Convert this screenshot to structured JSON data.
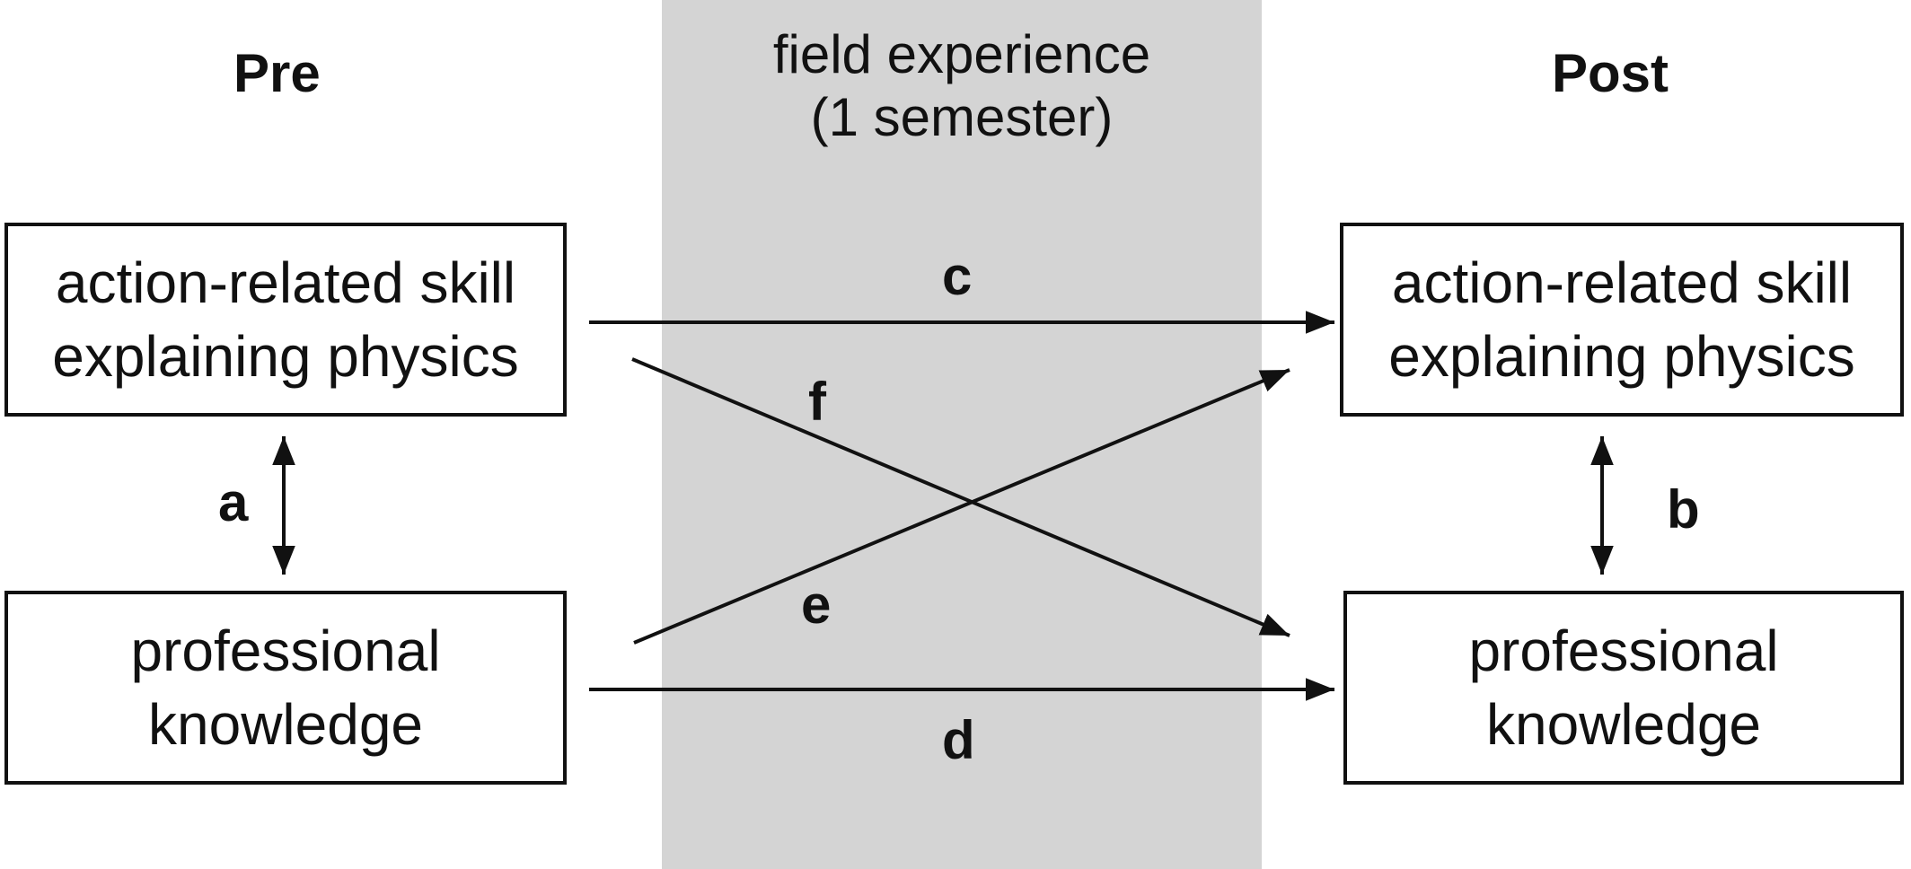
{
  "headings": {
    "pre": "Pre",
    "post": "Post"
  },
  "field": {
    "line1": "field experience",
    "line2": "(1 semester)"
  },
  "pre_boxes": {
    "skill": {
      "line1": "action-related skill",
      "line2": "explaining physics"
    },
    "knowledge": {
      "line1": "professional",
      "line2": "knowledge"
    }
  },
  "post_boxes": {
    "skill": {
      "line1": "action-related skill",
      "line2": "explaining physics"
    },
    "knowledge": {
      "line1": "professional",
      "line2": "knowledge"
    }
  },
  "paths": {
    "a": "a",
    "b": "b",
    "c": "c",
    "d": "d",
    "e": "e",
    "f": "f"
  }
}
